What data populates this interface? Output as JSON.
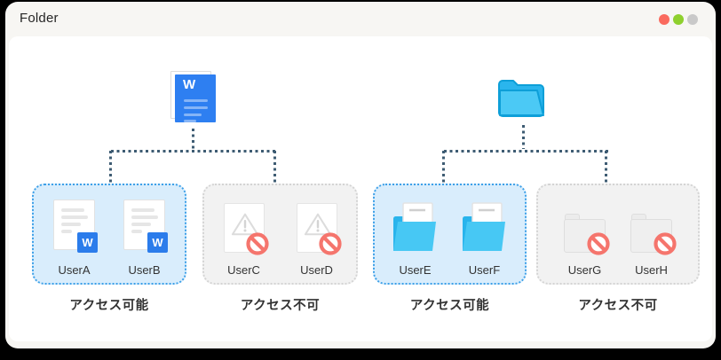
{
  "window": {
    "title": "Folder",
    "traffic_lights": [
      {
        "name": "red-light",
        "color": "#fa6a5e"
      },
      {
        "name": "green-light",
        "color": "#8ed02e"
      },
      {
        "name": "gray-light",
        "color": "#c9c9c9"
      }
    ]
  },
  "glyphs": {
    "word_letter": "W"
  },
  "diagram": {
    "trees": [
      {
        "root_icon": "word-document-icon",
        "groups": [
          {
            "type": "allowed",
            "caption": "アクセス可能",
            "item_icon": "word-document-icon",
            "users": [
              "UserA",
              "UserB"
            ]
          },
          {
            "type": "denied",
            "caption": "アクセス不可",
            "item_icon": "blocked-document-icon",
            "users": [
              "UserC",
              "UserD"
            ]
          }
        ]
      },
      {
        "root_icon": "folder-icon",
        "groups": [
          {
            "type": "allowed",
            "caption": "アクセス可能",
            "item_icon": "open-folder-icon",
            "users": [
              "UserE",
              "UserF"
            ]
          },
          {
            "type": "denied",
            "caption": "アクセス不可",
            "item_icon": "blocked-folder-icon",
            "users": [
              "UserG",
              "UserH"
            ]
          }
        ]
      }
    ],
    "colors": {
      "allowed_box_bg": "#d9edfc",
      "allowed_box_border": "#3da0e8",
      "denied_box_bg": "#f2f2f2",
      "denied_box_border": "#d4d4d4",
      "connector": "#3e5c73",
      "word_blue": "#2e7ff1",
      "folder_cyan": "#47c8f4",
      "folder_outline": "#0d9fd8",
      "prohibited_red": "#f5756d"
    }
  }
}
